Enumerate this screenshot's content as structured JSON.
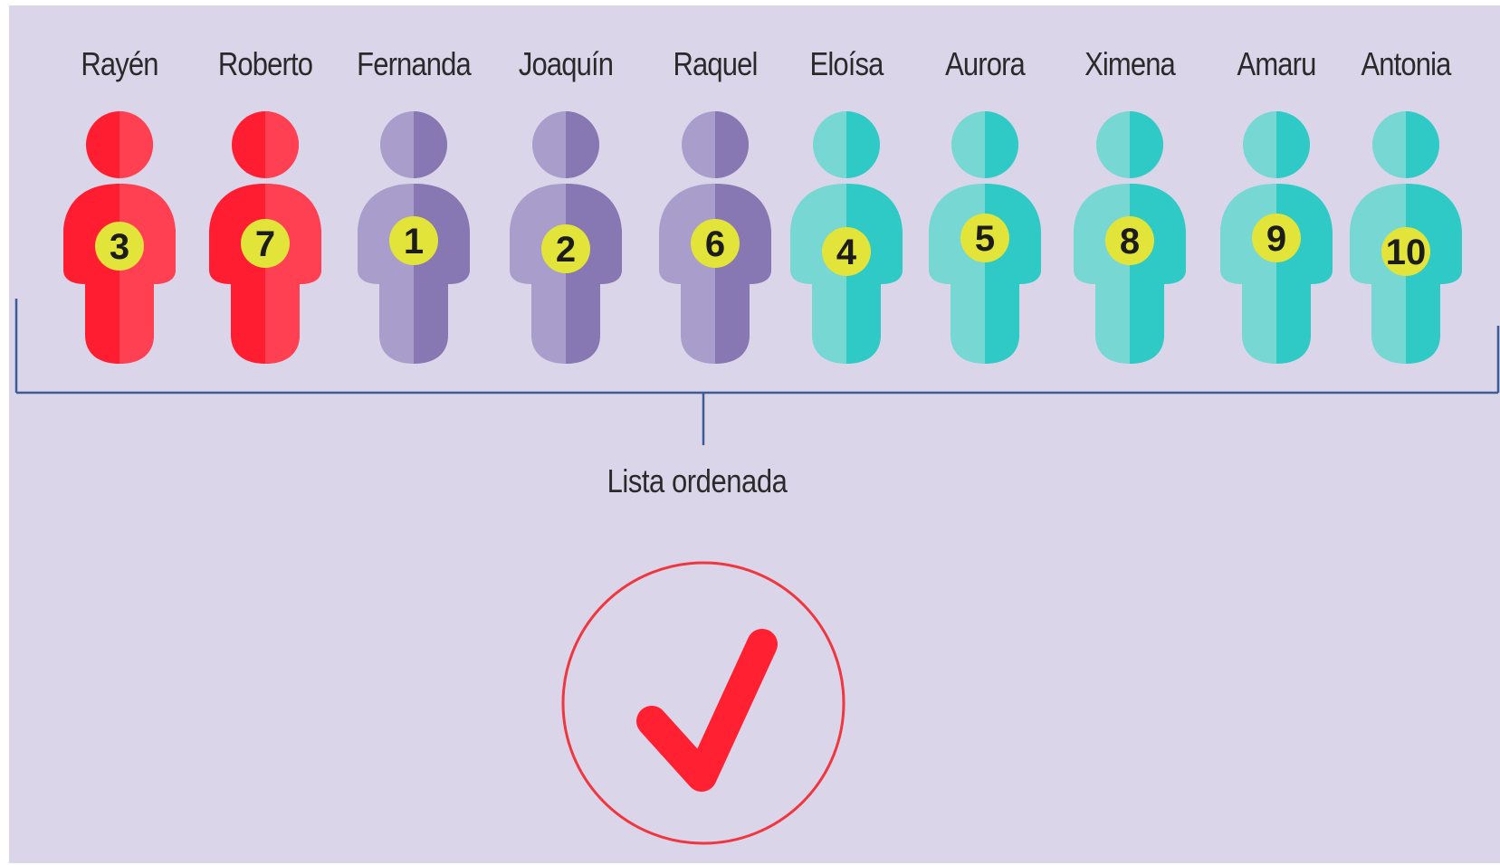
{
  "people": [
    {
      "name": "Rayén",
      "number": "3",
      "group": "red"
    },
    {
      "name": "Roberto",
      "number": "7",
      "group": "red"
    },
    {
      "name": "Fernanda",
      "number": "1",
      "group": "purple"
    },
    {
      "name": "Joaquín",
      "number": "2",
      "group": "purple"
    },
    {
      "name": "Raquel",
      "number": "6",
      "group": "purple"
    },
    {
      "name": "Eloísa",
      "number": "4",
      "group": "teal"
    },
    {
      "name": "Aurora",
      "number": "5",
      "group": "teal"
    },
    {
      "name": "Ximena",
      "number": "8",
      "group": "teal"
    },
    {
      "name": "Amaru",
      "number": "9",
      "group": "teal"
    },
    {
      "name": "Antonia",
      "number": "10",
      "group": "teal"
    }
  ],
  "caption": "Lista ordenada",
  "status_icon": "check-icon",
  "colors": {
    "background": "#dad5e9",
    "red_light": "#ff3f52",
    "red_dark": "#ff1d31",
    "purple_light": "#a99ecb",
    "purple_dark": "#8777b3",
    "teal_light": "#76d7d3",
    "teal_dark": "#2fcac6",
    "number_badge": "#e3e43a",
    "bracket": "#3b5c96",
    "check": "#ff2032",
    "circle": "#f0363e"
  }
}
